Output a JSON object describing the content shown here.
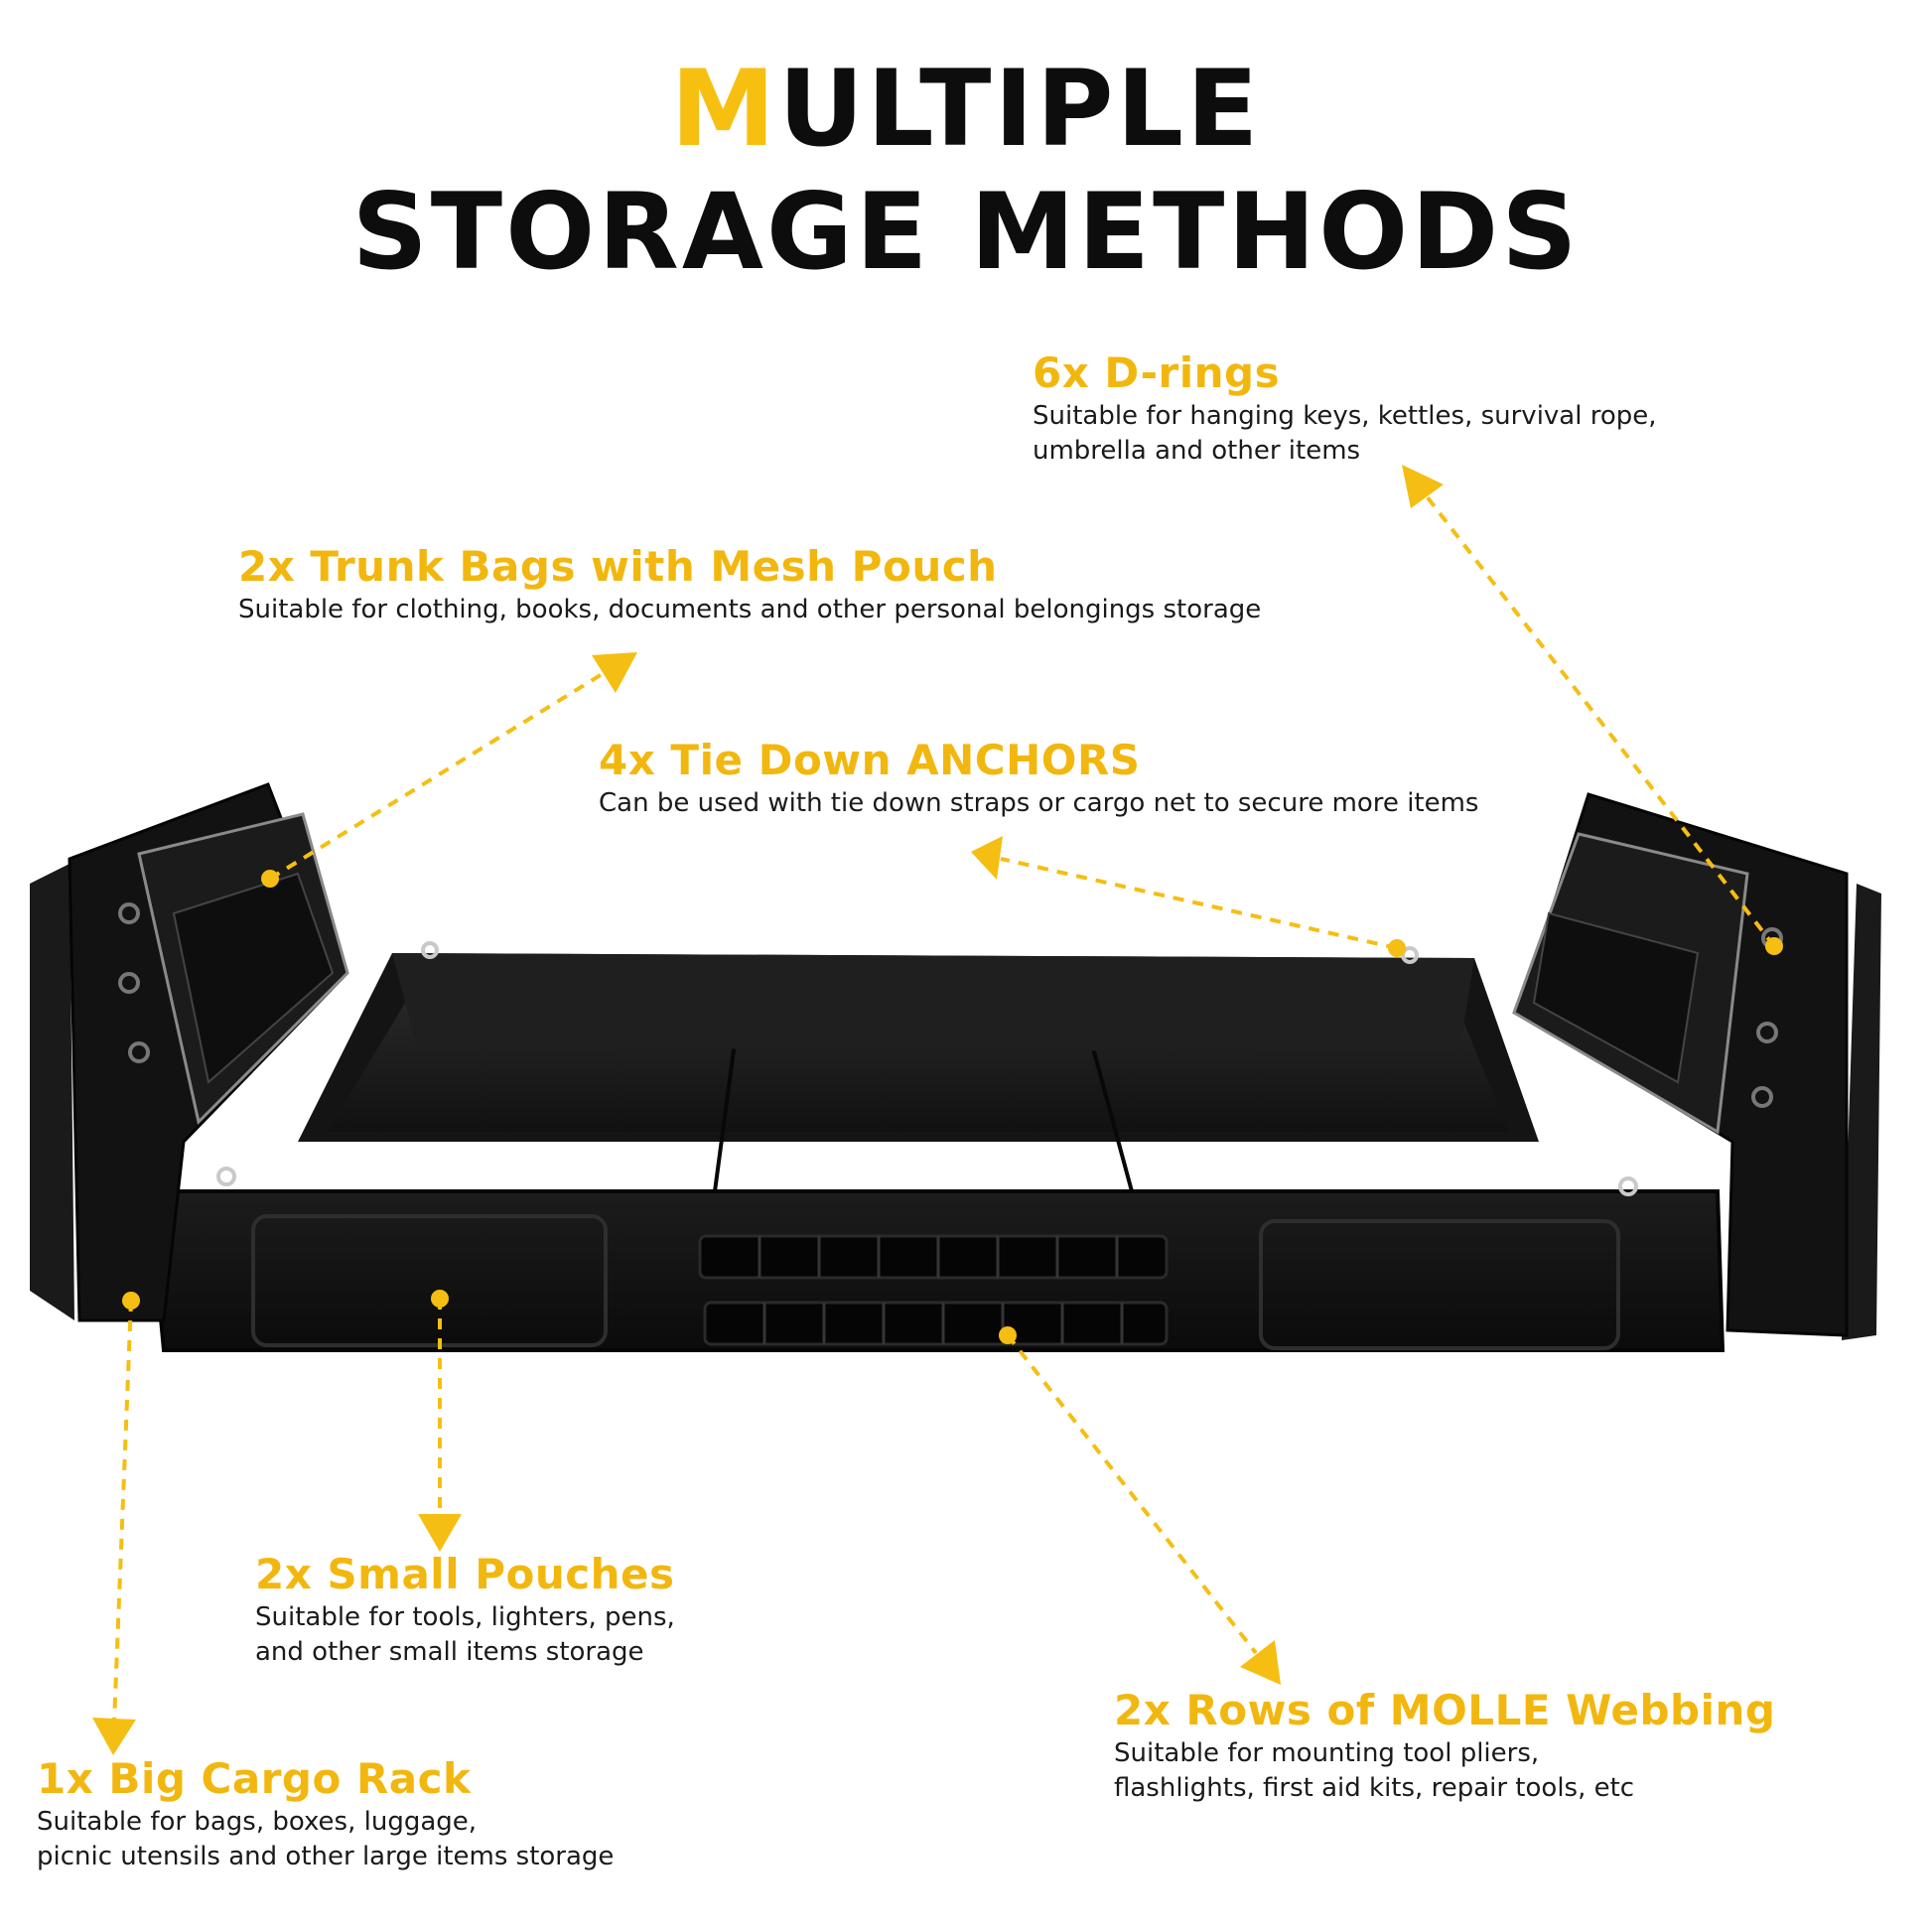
{
  "title": {
    "line1_accent": "M",
    "line1_rest": "ULTIPLE",
    "line2": "STORAGE METHODS"
  },
  "colors": {
    "accent": "#f7c010",
    "heading": "#0d0d0d",
    "callout": "#f2b70f",
    "product": "#141414"
  },
  "features": [
    {
      "heading": "6x D-rings",
      "lines": [
        "Suitable for hanging keys, kettles, survival rope,",
        "umbrella and other items"
      ]
    },
    {
      "heading": "2x Trunk Bags with Mesh Pouch",
      "lines": [
        "Suitable for clothing, books, documents and other personal belongings storage"
      ]
    },
    {
      "heading": "4x Tie Down ANCHORS",
      "lines": [
        "Can be used with tie down straps or cargo net to secure more items"
      ]
    },
    {
      "heading": "2x Small Pouches",
      "lines": [
        "Suitable for tools, lighters, pens,",
        "and other small items storage"
      ]
    },
    {
      "heading": "2x Rows of MOLLE Webbing",
      "lines": [
        "Suitable for mounting tool pliers,",
        "flashlights, first aid kits, repair tools, etc"
      ]
    },
    {
      "heading": "1x Big Cargo Rack",
      "lines": [
        "Suitable for bags, boxes, luggage,",
        "picnic utensils and other large items storage"
      ]
    }
  ]
}
